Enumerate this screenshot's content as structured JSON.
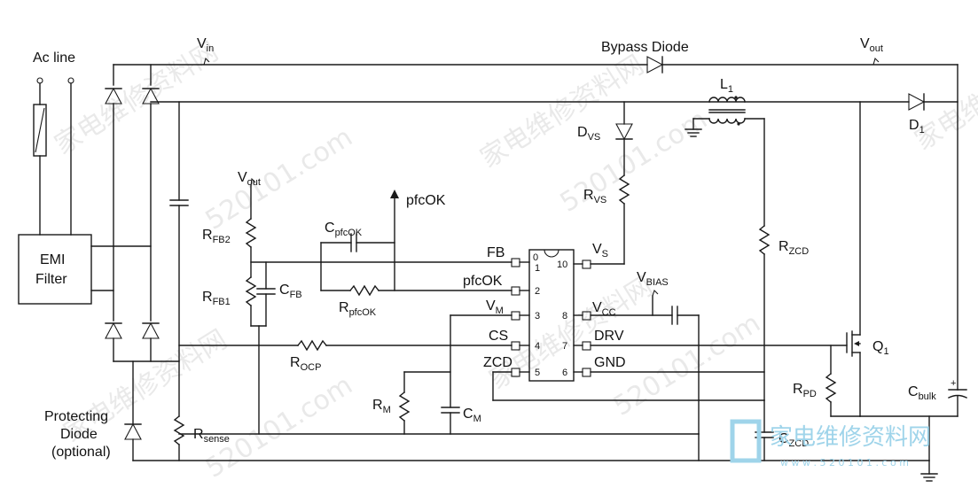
{
  "labels": {
    "ac_line": "Ac line",
    "emi_filter_line1": "EMI",
    "emi_filter_line2": "Filter",
    "vin": "V",
    "vin_sub": "in",
    "bypass_diode": "Bypass Diode",
    "vout_top": "V",
    "vout_top_sub": "out",
    "l1": "L",
    "l1_sub": "1",
    "d1": "D",
    "d1_sub": "1",
    "dvs": "D",
    "dvs_sub": "VS",
    "rvs": "R",
    "rvs_sub": "VS",
    "rzcd": "R",
    "rzcd_sub": "ZCD",
    "vout_fb": "V",
    "vout_fb_sub": "out",
    "pfcok_out": "pfcOK",
    "rfb2": "R",
    "rfb2_sub": "FB2",
    "cpfcok": "C",
    "cpfcok_sub": "pfcOK",
    "rfb1": "R",
    "rfb1_sub": "FB1",
    "cfb": "C",
    "cfb_sub": "FB",
    "rpfcok": "R",
    "rpfcok_sub": "pfcOK",
    "rocp": "R",
    "rocp_sub": "OCP",
    "rm": "R",
    "rm_sub": "M",
    "cm": "C",
    "cm_sub": "M",
    "vbias": "V",
    "vbias_sub": "BIAS",
    "q1": "Q",
    "q1_sub": "1",
    "rpd": "R",
    "rpd_sub": "PD",
    "cbulk": "C",
    "cbulk_sub": "bulk",
    "czcd": "C",
    "czcd_sub": "ZCD",
    "rsense": "R",
    "rsense_sub": "sense",
    "protecting_diode_line1": "Protecting",
    "protecting_diode_line2": "Diode",
    "protecting_diode_line3": "(optional)"
  },
  "ic": {
    "left_pins": [
      {
        "name": "FB",
        "name_sub": "",
        "number": "1"
      },
      {
        "name": "pfcOK",
        "name_sub": "",
        "number": "2"
      },
      {
        "name": "V",
        "name_sub": "M",
        "number": "3"
      },
      {
        "name": "CS",
        "name_sub": "",
        "number": "4"
      },
      {
        "name": "ZCD",
        "name_sub": "",
        "number": "5"
      }
    ],
    "right_pins": [
      {
        "name": "V",
        "name_sub": "S",
        "number": "10"
      },
      {
        "name": "",
        "name_sub": "",
        "number": ""
      },
      {
        "name": "V",
        "name_sub": "CC",
        "number": "8"
      },
      {
        "name": "DRV",
        "name_sub": "",
        "number": "7"
      },
      {
        "name": "GND",
        "name_sub": "",
        "number": "6"
      }
    ],
    "corner_mark": "0"
  },
  "watermark": {
    "text": "家电维修资料网",
    "url_fragment": "520101.com",
    "logo_text": "家电维修资料网",
    "logo_url": "w w w . 5 2 0 1 0 1 . c o m"
  }
}
